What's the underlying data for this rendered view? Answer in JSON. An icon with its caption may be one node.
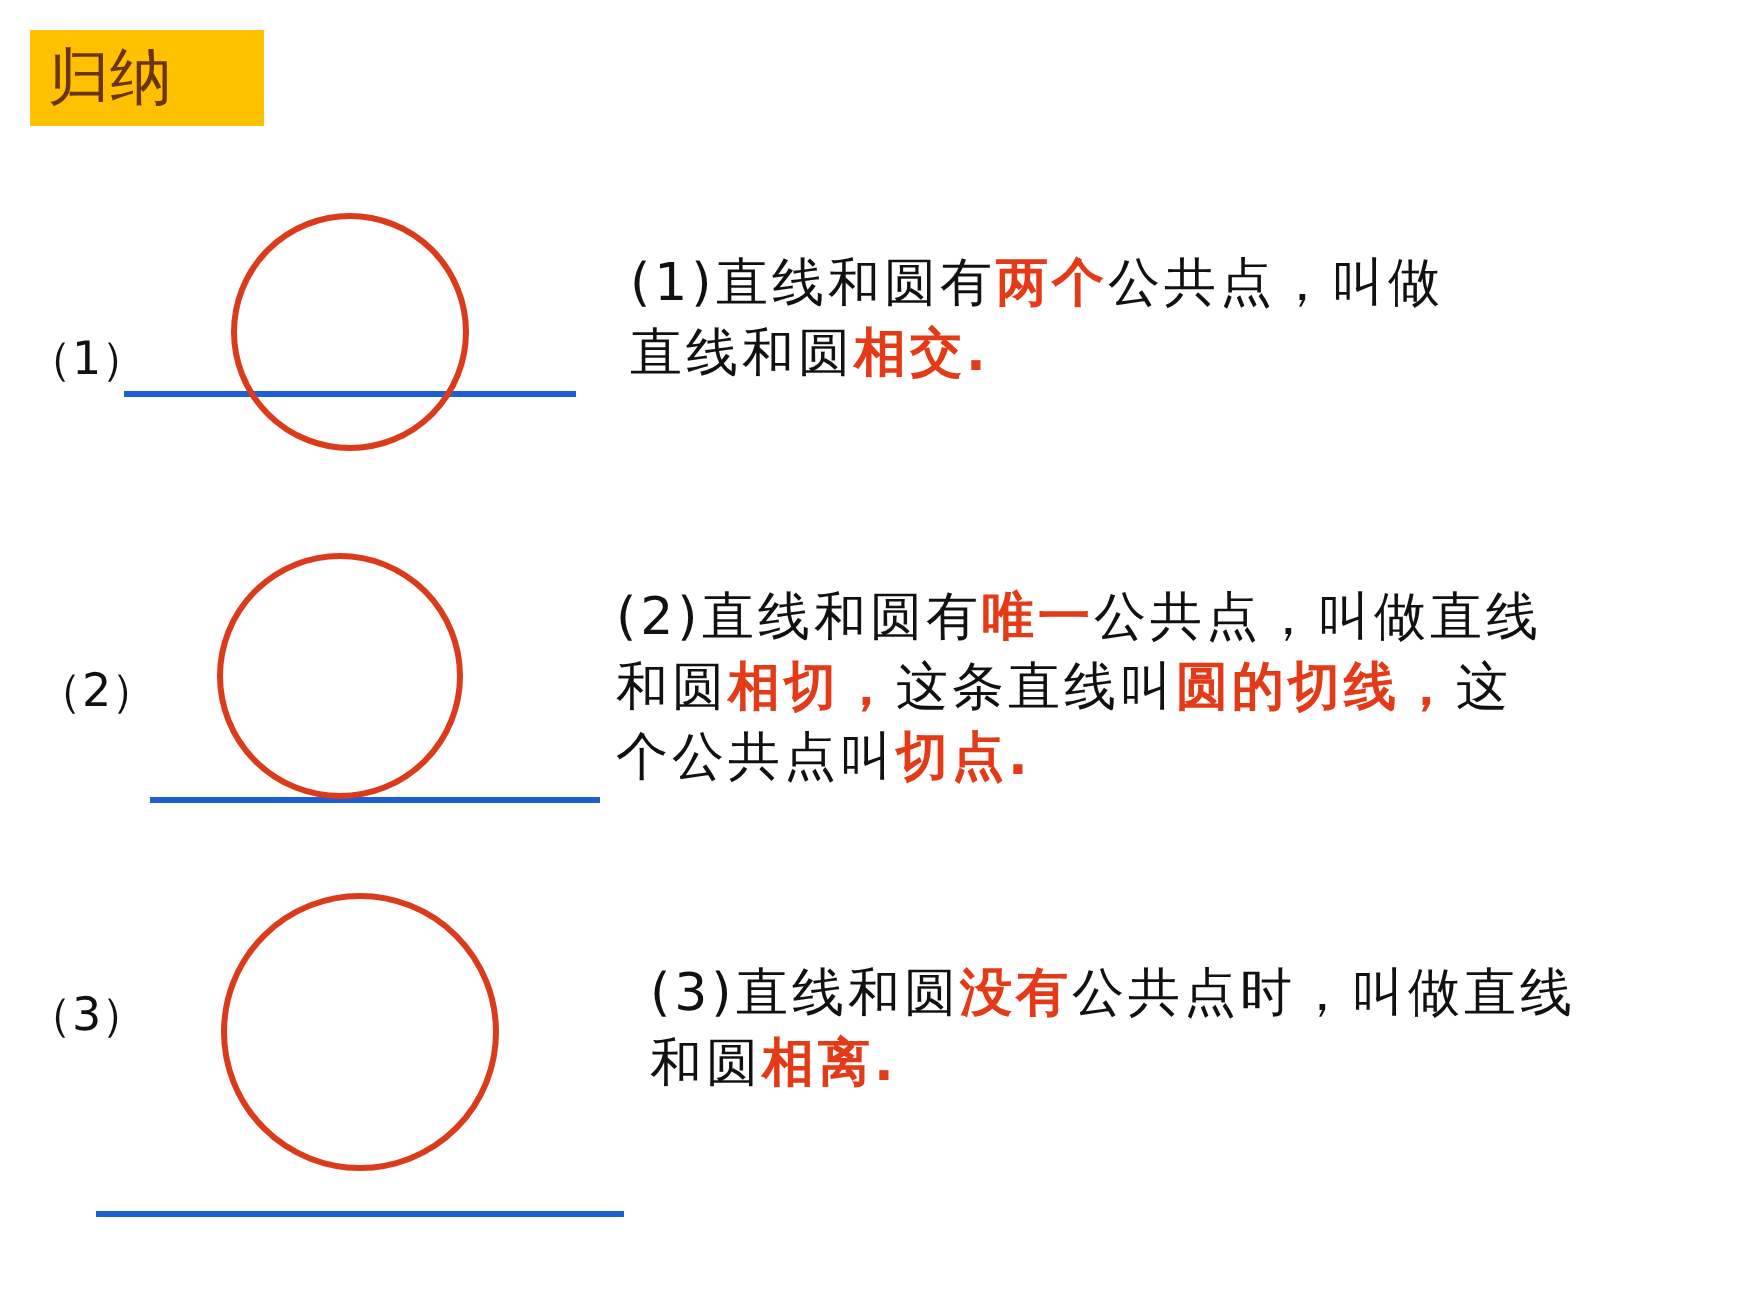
{
  "diagram": {
    "nodes": [
      {
        "text": [
          "归纳"
        ]
      }
    ],
    "labels": [
      "（1）",
      "(1)直线和圆有**两个**公共点，叫做直线和圆**相交.**",
      "（2）",
      "(2)直线和圆有**唯一**公共点，叫做直线和圆**相切，**这条直线叫**圆的切线，**这个公共点叫**切点.**",
      "（3）",
      "(3)直线和圆**没有**公共点时，叫做直线和圆**相离.**"
    ]
  }
}
